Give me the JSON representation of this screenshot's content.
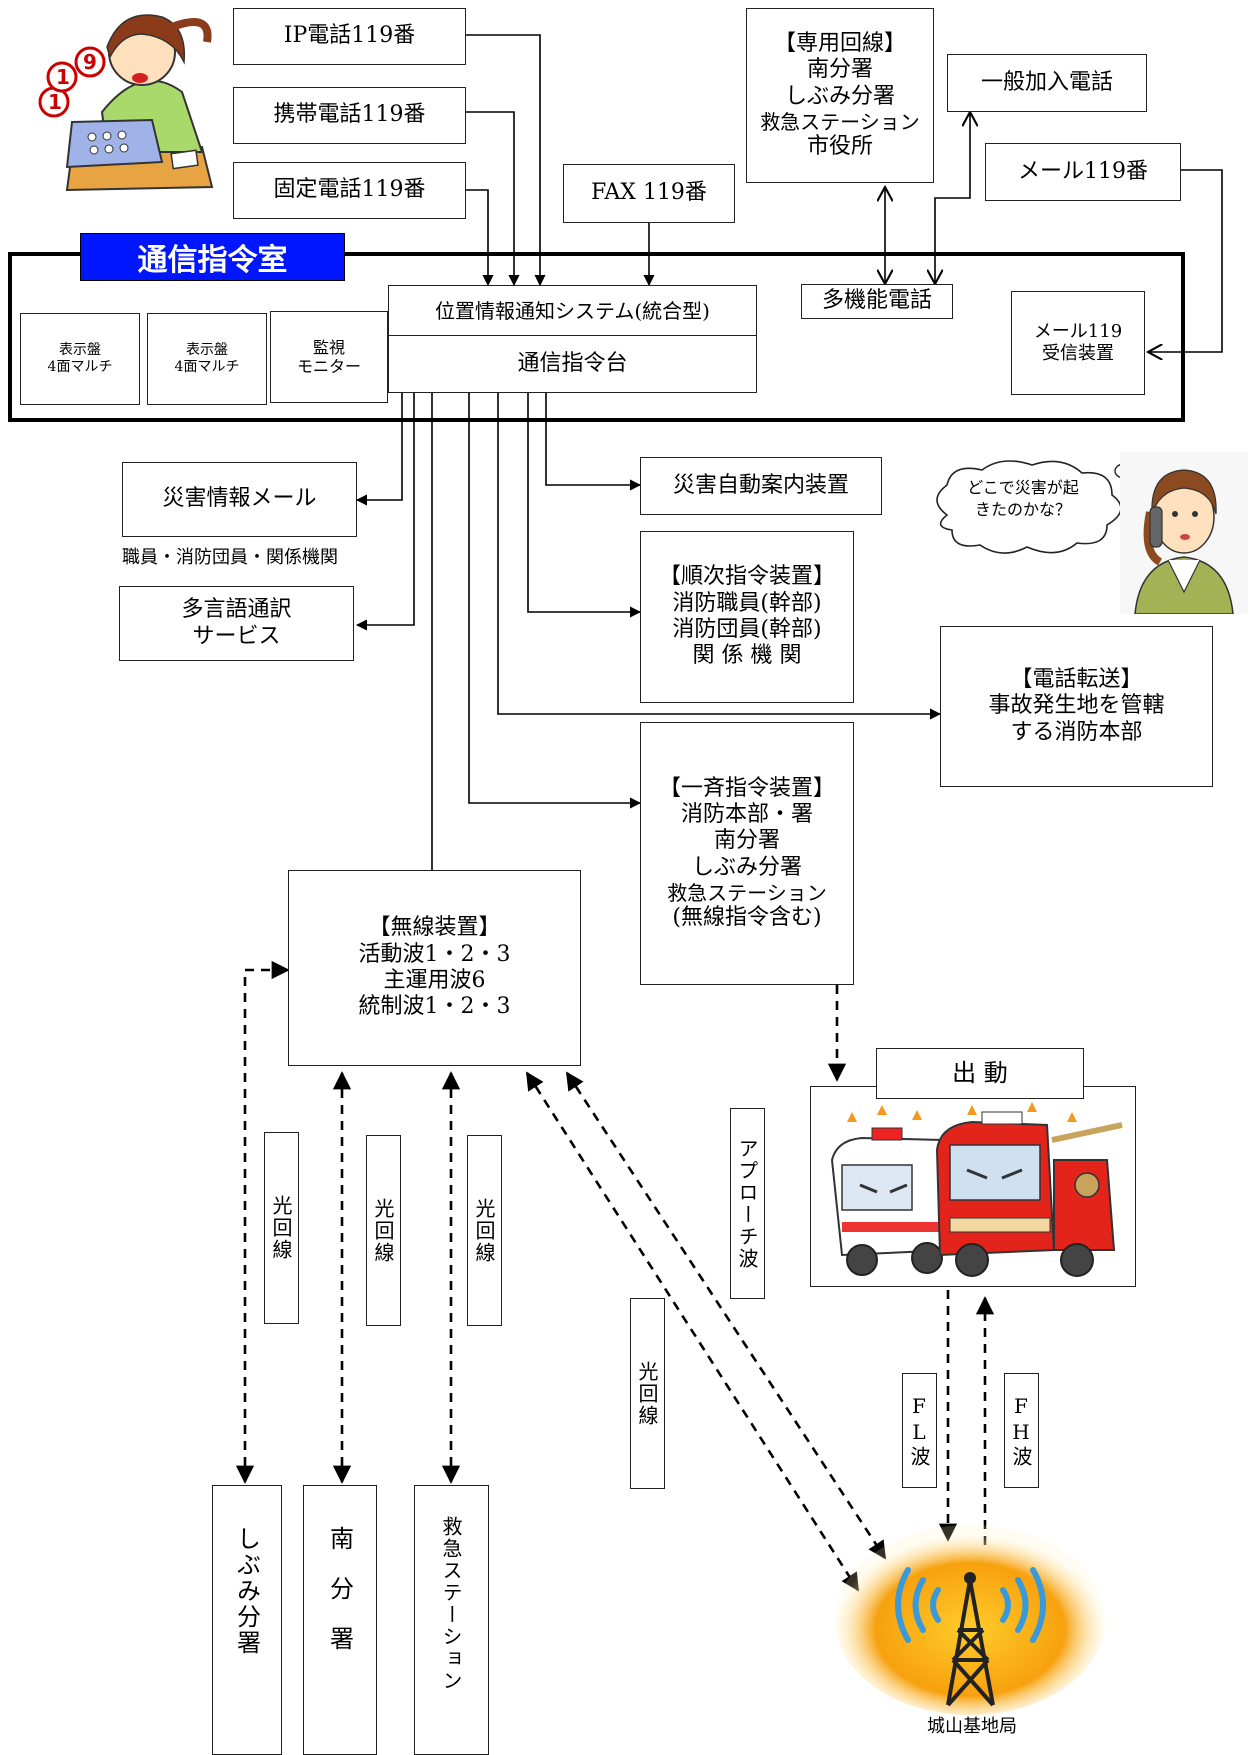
{
  "inputs": {
    "ip_phone": "IP電話119番",
    "mobile_phone": "携帯電話119番",
    "fixed_phone": "固定電話119番",
    "fax": "FAX 119番",
    "general_phone": "一般加入電話",
    "mail": "メール119番",
    "dedicated_line": [
      "【専用回線】",
      "南分署",
      "しぶみ分署",
      "救急ステーション",
      "市役所"
    ]
  },
  "room": {
    "title": "通信指令室",
    "display1": [
      "表示盤",
      "4面マルチ"
    ],
    "display2": [
      "表示盤",
      "4面マルチ"
    ],
    "monitor": [
      "監視",
      "モニター"
    ],
    "location_system": "位置情報通知システム(統合型)",
    "command_console": "通信指令台",
    "multi_phone": "多機能電話",
    "mail_receiver": [
      "メール119",
      "受信装置"
    ]
  },
  "outputs": {
    "disaster_mail": "災害情報メール",
    "disaster_mail_caption": "職員・消防団員・関係機関",
    "interpretation": [
      "多言語通訳",
      "サービス"
    ],
    "auto_guide": "災害自動案内装置",
    "sequential": [
      "【順次指令装置】",
      "消防職員(幹部)",
      "消防団員(幹部)",
      "関 係 機 関"
    ],
    "transfer": [
      "【電話転送】",
      "事故発生地を管轄",
      "する消防本部"
    ],
    "simultaneous": [
      "【一斉指令装置】",
      "消防本部・署",
      "南分署",
      "しぶみ分署",
      "救急ステーション",
      "(無線指令含む)"
    ],
    "radio": [
      "【無線装置】",
      "活動波1・2・3",
      "主運用波6",
      "統制波1・2・3"
    ],
    "dispatch": "出 動",
    "approach_wave": "アプローチ波",
    "fiber": "光回線",
    "fl_wave": "FL波",
    "fh_wave": "FH波",
    "station_shibumi": "しぶみ分署",
    "station_minami": "南分署",
    "station_ambulance": "救急ステーション",
    "base_station": "城山基地局",
    "thought_bubble": [
      "どこで災害が起",
      "きたのかな？"
    ]
  }
}
